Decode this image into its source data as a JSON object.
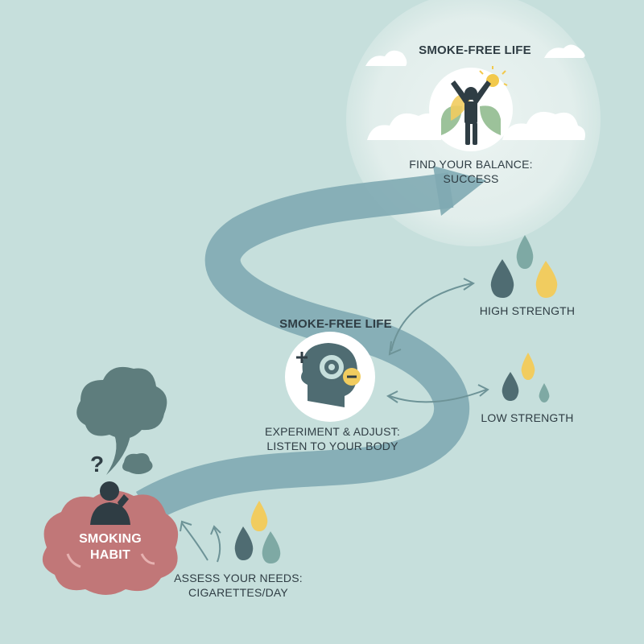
{
  "goal": {
    "title": "SMOKE-FREE LIFE",
    "caption_line1": "FIND YOUR BALANCE:",
    "caption_line2": "SUCCESS"
  },
  "middle": {
    "title": "SMOKE-FREE LIFE",
    "caption_line1": "EXPERIMENT & ADJUST:",
    "caption_line2": "LISTEN TO YOUR BODY"
  },
  "start": {
    "label_line1": "SMOKING",
    "label_line2": "HABIT",
    "caption_line1": "ASSESS YOUR NEEDS:",
    "caption_line2": "CIGARETTES/DAY"
  },
  "strengths": {
    "high": "HIGH STRENGTH",
    "low": "LOW STRENGTH"
  },
  "colors": {
    "background": "#c6dfdc",
    "path": "#7faab2",
    "drop_dark": "#4f6c72",
    "drop_teal": "#7ea9a4",
    "drop_yellow": "#f1cc5f",
    "habit_cloud": "#c17778",
    "smoke_cloud": "#5e7d7d",
    "leaf": "#9cc29a",
    "sun": "#f2c94c"
  },
  "icons": {
    "goal": "person-arms-raised-icon",
    "middle": "head-gear-icon",
    "start": "thinking-person-icon"
  }
}
